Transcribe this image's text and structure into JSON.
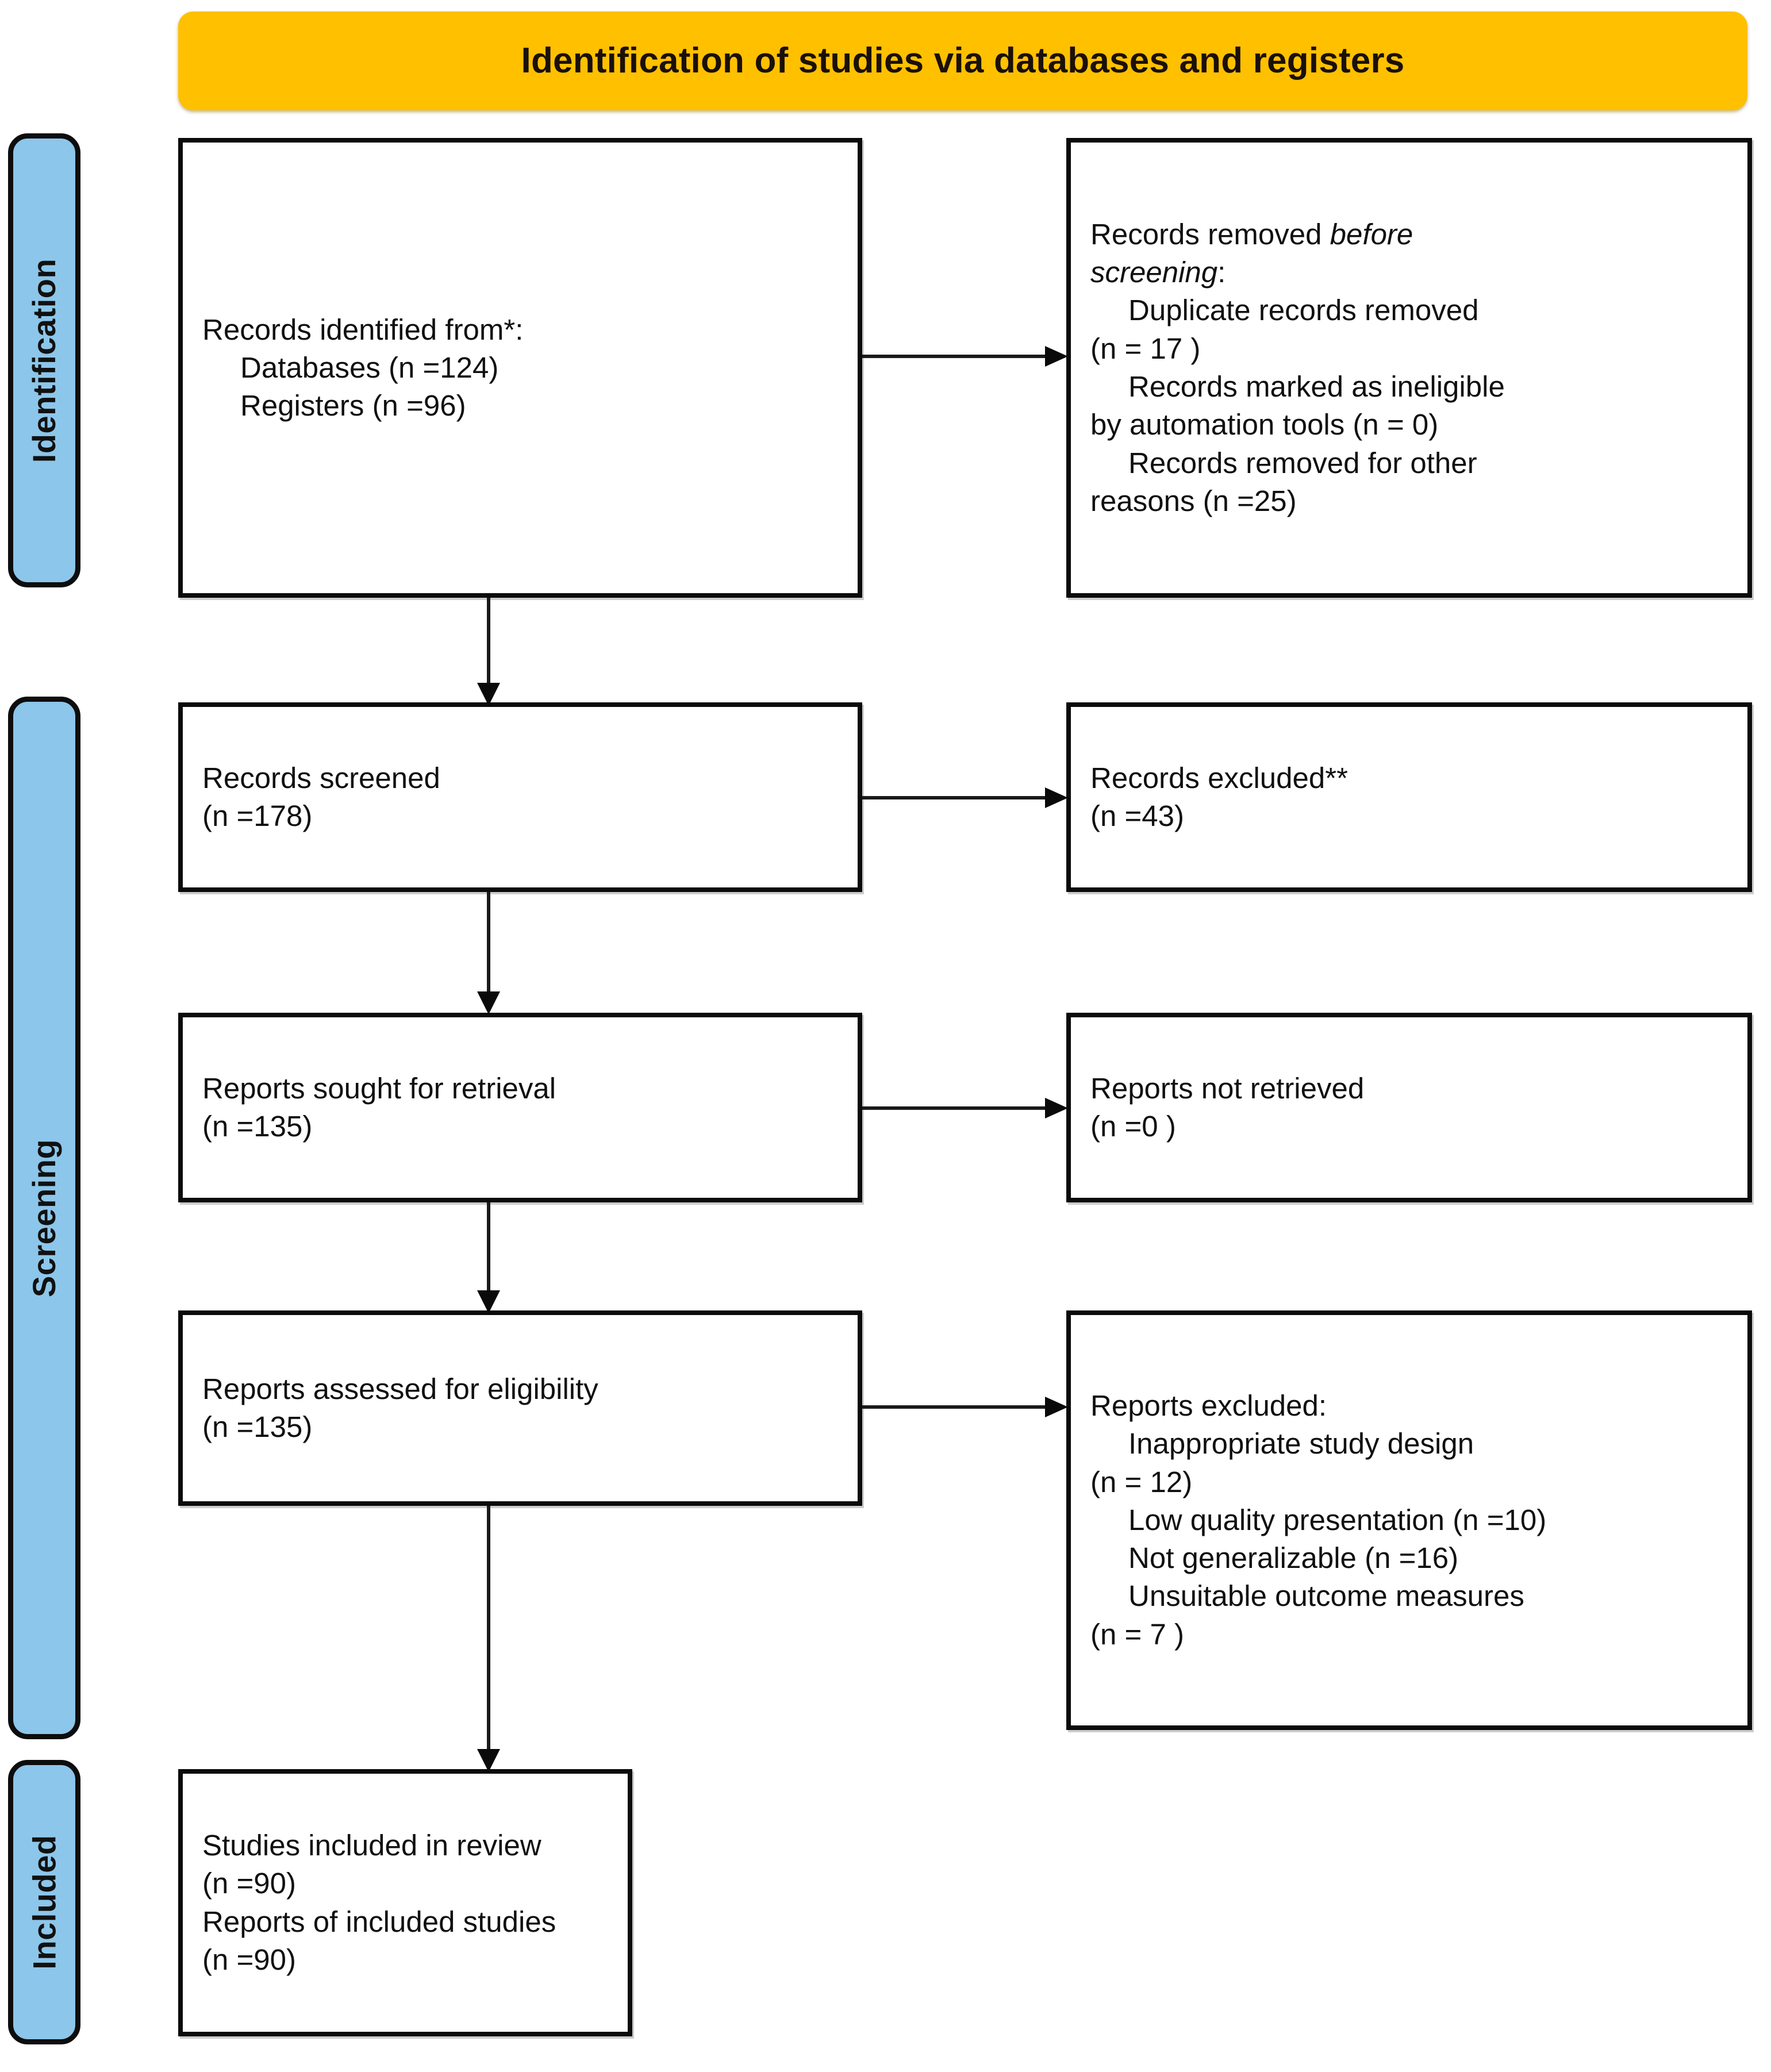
{
  "header": {
    "title": "Identification of studies via databases and registers",
    "background_color": "#FFC000"
  },
  "stages": {
    "accent_color": "#8CC6EA",
    "identification": "Identification",
    "screening": "Screening",
    "included": "Included"
  },
  "boxes": {
    "identified": {
      "line1": "Records identified from*:",
      "line2": "Databases (n =124)",
      "line3": "Registers (n =96)"
    },
    "removed_before": {
      "line1_prefix": "Records removed ",
      "line1_em": "before",
      "line2_em": "screening",
      "line2_suffix": ":",
      "line3": "Duplicate records removed",
      "line4": "(n = 17 )",
      "line5": "Records marked as ineligible",
      "line6": "by automation tools (n = 0)",
      "line7": "Records removed for other",
      "line8": "reasons (n =25)"
    },
    "screened": {
      "line1": "Records screened",
      "line2": "(n =178)"
    },
    "records_excluded": {
      "line1": "Records excluded**",
      "line2": "(n =43)"
    },
    "sought": {
      "line1": "Reports sought for retrieval",
      "line2": "(n =135)"
    },
    "not_retrieved": {
      "line1": "Reports not retrieved",
      "line2": "(n =0 )"
    },
    "assessed": {
      "line1": "Reports assessed for eligibility",
      "line2": "(n =135)"
    },
    "reports_excluded": {
      "line1": "Reports excluded:",
      "line2": "Inappropriate study design",
      "line3": "(n = 12)",
      "line4": "Low quality presentation (n =10)",
      "line5": "Not generalizable (n =16)",
      "line6": "Unsuitable outcome measures",
      "line7": "(n = 7 )"
    },
    "included": {
      "line1": "Studies included in review",
      "line2": "(n =90)",
      "line3": "Reports of included studies",
      "line4": "(n =90)"
    }
  },
  "chart_data": {
    "type": "diagram",
    "title": "Identification of studies via databases and registers",
    "stages": [
      "Identification",
      "Screening",
      "Included"
    ],
    "nodes": [
      {
        "id": "identified",
        "stage": "Identification",
        "label": "Records identified from*",
        "values": [
          {
            "source": "Databases",
            "n": 124
          },
          {
            "source": "Registers",
            "n": 96
          }
        ]
      },
      {
        "id": "removed_before",
        "stage": "Identification",
        "label": "Records removed before screening",
        "values": [
          {
            "reason": "Duplicate records removed",
            "n": 17
          },
          {
            "reason": "Records marked as ineligible by automation tools",
            "n": 0
          },
          {
            "reason": "Records removed for other reasons",
            "n": 25
          }
        ]
      },
      {
        "id": "screened",
        "stage": "Screening",
        "label": "Records screened",
        "n": 178
      },
      {
        "id": "records_excluded",
        "stage": "Screening",
        "label": "Records excluded**",
        "n": 43
      },
      {
        "id": "sought",
        "stage": "Screening",
        "label": "Reports sought for retrieval",
        "n": 135
      },
      {
        "id": "not_retrieved",
        "stage": "Screening",
        "label": "Reports not retrieved",
        "n": 0
      },
      {
        "id": "assessed",
        "stage": "Screening",
        "label": "Reports assessed for eligibility",
        "n": 135
      },
      {
        "id": "reports_excluded",
        "stage": "Screening",
        "label": "Reports excluded",
        "values": [
          {
            "reason": "Inappropriate study design",
            "n": 12
          },
          {
            "reason": "Low quality presentation",
            "n": 10
          },
          {
            "reason": "Not generalizable",
            "n": 16
          },
          {
            "reason": "Unsuitable outcome measures",
            "n": 7
          }
        ]
      },
      {
        "id": "included",
        "stage": "Included",
        "label": "Studies included in review",
        "values": [
          {
            "item": "Studies included in review",
            "n": 90
          },
          {
            "item": "Reports of included studies",
            "n": 90
          }
        ]
      }
    ],
    "edges": [
      {
        "from": "identified",
        "to": "removed_before",
        "direction": "right"
      },
      {
        "from": "identified",
        "to": "screened",
        "direction": "down"
      },
      {
        "from": "screened",
        "to": "records_excluded",
        "direction": "right"
      },
      {
        "from": "screened",
        "to": "sought",
        "direction": "down"
      },
      {
        "from": "sought",
        "to": "not_retrieved",
        "direction": "right"
      },
      {
        "from": "sought",
        "to": "assessed",
        "direction": "down"
      },
      {
        "from": "assessed",
        "to": "reports_excluded",
        "direction": "right"
      },
      {
        "from": "assessed",
        "to": "included",
        "direction": "down"
      }
    ]
  }
}
